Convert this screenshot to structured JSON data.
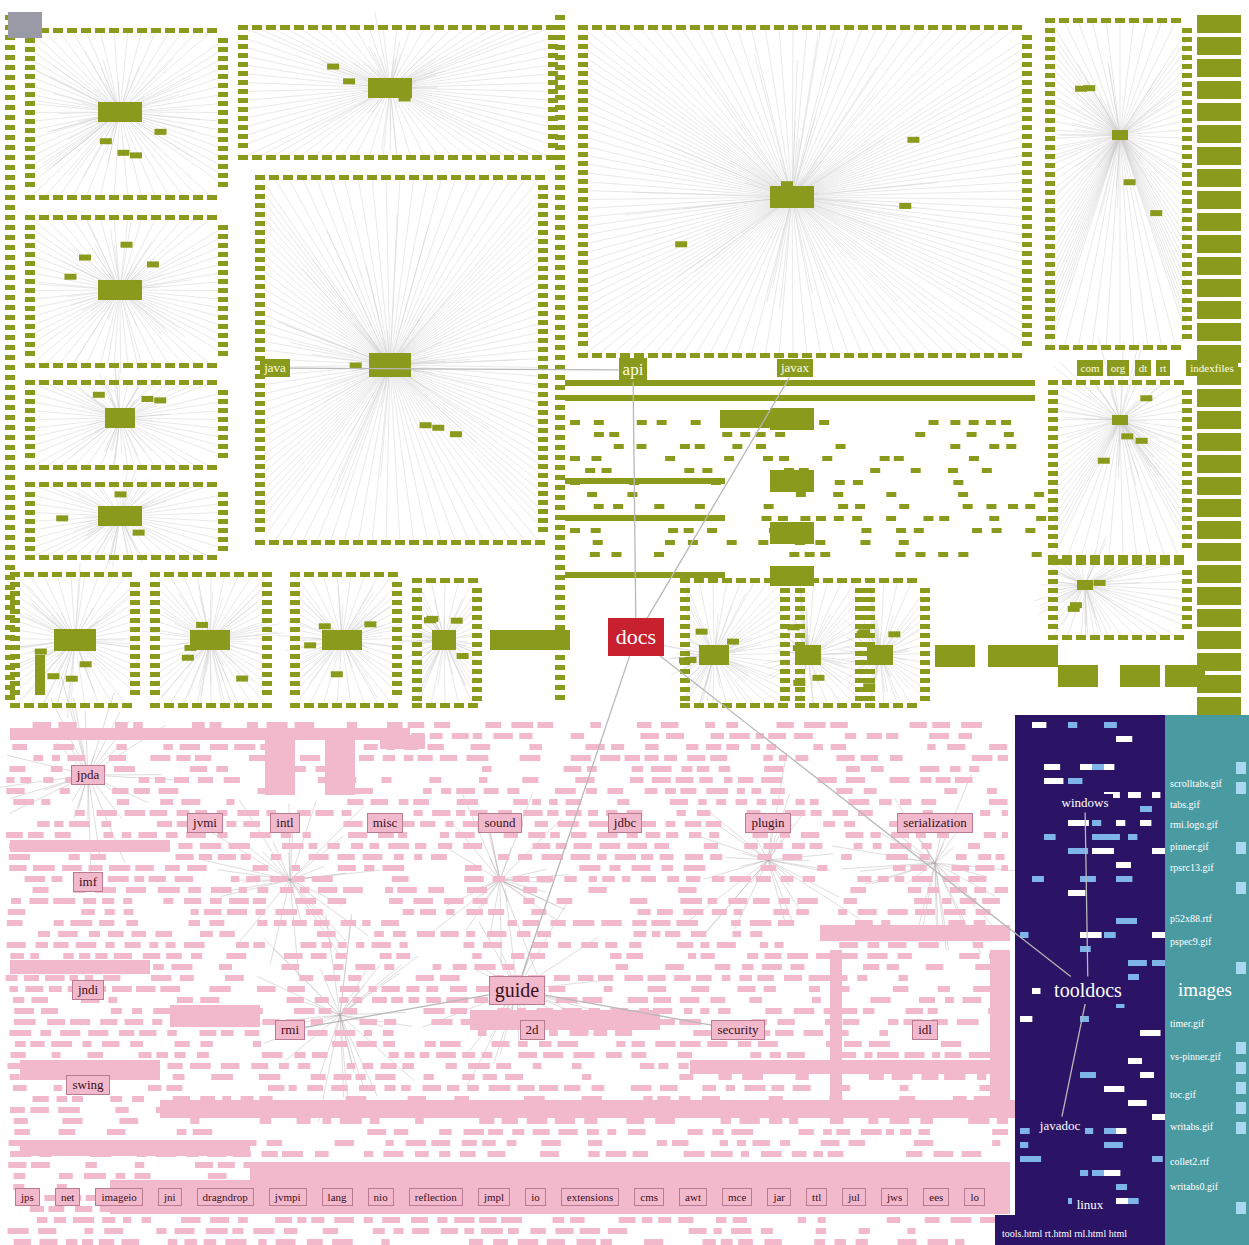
{
  "diagram": {
    "nodes": [
      {
        "text": [
          "docs"
        ]
      },
      {
        "text": [
          "java"
        ]
      },
      {
        "text": [
          "api"
        ]
      },
      {
        "text": [
          "javax"
        ]
      },
      {
        "text": [
          "com"
        ]
      },
      {
        "text": [
          "org"
        ]
      },
      {
        "text": [
          "dt"
        ]
      },
      {
        "text": [
          "rt"
        ]
      },
      {
        "text": [
          "indexfiles"
        ]
      },
      {
        "text": [
          "jpda"
        ]
      },
      {
        "text": [
          "jvmi"
        ]
      },
      {
        "text": [
          "intl"
        ]
      },
      {
        "text": [
          "misc"
        ]
      },
      {
        "text": [
          "sound"
        ]
      },
      {
        "text": [
          "jdbc"
        ]
      },
      {
        "text": [
          "plugin"
        ]
      },
      {
        "text": [
          "serialization"
        ]
      },
      {
        "text": [
          "imf"
        ]
      },
      {
        "text": [
          "jndi"
        ]
      },
      {
        "text": [
          "guide"
        ]
      },
      {
        "text": [
          "rmi"
        ]
      },
      {
        "text": [
          "2d"
        ]
      },
      {
        "text": [
          "security"
        ]
      },
      {
        "text": [
          "idl"
        ]
      },
      {
        "text": [
          "swing"
        ]
      },
      {
        "text": [
          "jps"
        ]
      },
      {
        "text": [
          "net"
        ]
      },
      {
        "text": [
          "imageio"
        ]
      },
      {
        "text": [
          "jni"
        ]
      },
      {
        "text": [
          "dragndrop"
        ]
      },
      {
        "text": [
          "jvmpi"
        ]
      },
      {
        "text": [
          "lang"
        ]
      },
      {
        "text": [
          "nio"
        ]
      },
      {
        "text": [
          "reflection"
        ]
      },
      {
        "text": [
          "jmpl"
        ]
      },
      {
        "text": [
          "io"
        ]
      },
      {
        "text": [
          "extensions"
        ]
      },
      {
        "text": [
          "cms"
        ]
      },
      {
        "text": [
          "awt"
        ]
      },
      {
        "text": [
          "mce"
        ]
      },
      {
        "text": [
          "jar"
        ]
      },
      {
        "text": [
          "ttl"
        ]
      },
      {
        "text": [
          "jul"
        ]
      },
      {
        "text": [
          "jws"
        ]
      },
      {
        "text": [
          "ees"
        ]
      },
      {
        "text": [
          "lo"
        ]
      },
      {
        "text": [
          "windows"
        ]
      },
      {
        "text": [
          "tooldocs"
        ]
      },
      {
        "text": [
          "javadoc"
        ]
      },
      {
        "text": [
          "linux"
        ]
      },
      {
        "text": [
          "images"
        ]
      }
    ],
    "edges": [
      {
        "from": 0,
        "to": 2,
        "arrow": "none"
      },
      {
        "from": 0,
        "to": 3,
        "arrow": "none"
      },
      {
        "from": 2,
        "to": 1,
        "arrow": "none"
      },
      {
        "from": 0,
        "to": 19,
        "arrow": "none"
      },
      {
        "from": 0,
        "to": 47,
        "arrow": "none"
      },
      {
        "from": 19,
        "to": 20,
        "arrow": "none"
      },
      {
        "from": 19,
        "to": 22,
        "arrow": "none"
      },
      {
        "from": 47,
        "to": 46,
        "arrow": "none"
      },
      {
        "from": 47,
        "to": 48,
        "arrow": "none"
      }
    ],
    "labels": [
      "scrolltabs.gif",
      "tabs.gif",
      "rmi.logo.gif",
      "pinner.gif",
      "rpsrc13.gif",
      "p52x88.rtf",
      "pspec9.gif",
      "timer.gif",
      "vs-pinner.gif",
      "toc.gif",
      "writabs.gif",
      "collet2.rtf",
      "writabs0.gif",
      "tools.html rt.html rnl.html html"
    ]
  }
}
